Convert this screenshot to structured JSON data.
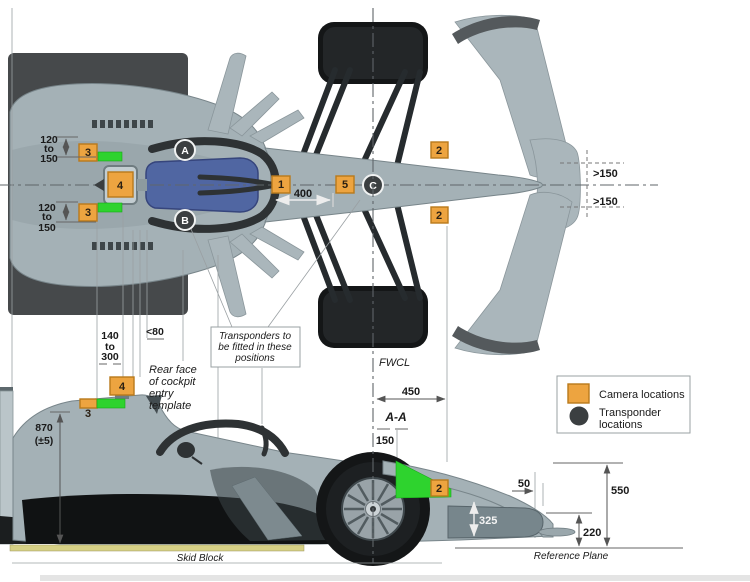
{
  "legend": {
    "camera_label": "Camera locations",
    "transponder_label": [
      "Transponder",
      "locations"
    ]
  },
  "camera_markers": {
    "n1": "1",
    "n2_top": "2",
    "n2_bottom": "2",
    "n2_side": "2",
    "n3_top": "3",
    "n3_bottom": "3",
    "n3_side": "3",
    "n4_top": "4",
    "n4_side": "4",
    "n5": "5"
  },
  "transponder_markers": {
    "a": "A",
    "b": "B",
    "c": "C"
  },
  "dimensions": {
    "range_120_150_top": [
      "120",
      "to",
      "150"
    ],
    "range_120_150_bottom": [
      "120",
      "to",
      "150"
    ],
    "d400": "400",
    "gt150_upper": ">150",
    "gt150_lower": ">150",
    "range_140_300": [
      "140",
      "to",
      "300"
    ],
    "lt80": "<80",
    "d870": [
      "870",
      "(±5)"
    ],
    "d450": "450",
    "d150": "150",
    "d50": "50",
    "d325": "325",
    "d550": "550",
    "d220": "220"
  },
  "annotations": {
    "rear_face": [
      "Rear face",
      "of cockpit",
      "entry",
      "template"
    ],
    "transponder_note": [
      "Transponders to",
      "be fitted in these",
      "positions"
    ],
    "fwcl": "FWCL",
    "section_aa": "A-A",
    "skid_block": "Skid Block",
    "reference_plane": "Reference Plane"
  },
  "colors": {
    "camera_marker": "#eda440",
    "camera_marker_border": "#b9791b",
    "camera_zone_green": "#2ed32e",
    "transponder_marker": "#3b3f41",
    "car_body": "#a4b1b6",
    "car_dark": "#46494b",
    "cockpit_blue": "#5066a2",
    "skid_block_yellow": "#d6d085"
  }
}
